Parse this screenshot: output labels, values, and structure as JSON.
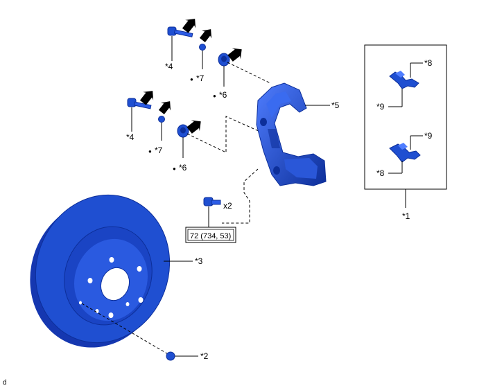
{
  "colors": {
    "part": "#1f4fd1",
    "part_dark": "#0d2f9a",
    "part_light": "#4f7dff",
    "ink": "#000000",
    "frame": "#000000"
  },
  "labels": {
    "l4a": "*4",
    "l7a": "*7",
    "l6a": "*6",
    "l4b": "*4",
    "l7b": "*7",
    "l6b": "*6",
    "l5": "*5",
    "l3": "*3",
    "l2": "*2",
    "l8a": "*8",
    "l9a": "*9",
    "l9b": "*9",
    "l8b": "*8",
    "l1": "*1"
  },
  "bolt_qty": "x2",
  "torque_spec": "72 (734, 53)",
  "corner_mark": "d",
  "dot_symbol": "●",
  "icons": [
    "arrow-icon",
    "bolt-icon",
    "bushing-icon",
    "boot-icon",
    "screw-icon"
  ]
}
